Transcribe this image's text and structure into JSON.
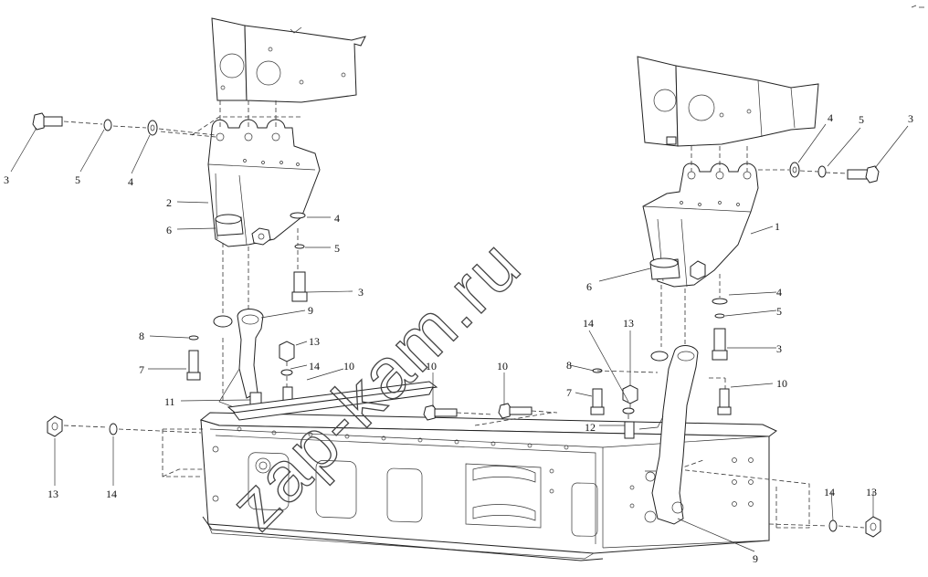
{
  "watermark": "zap-kam.ru",
  "callouts": [
    {
      "id": "c3a",
      "label": "3"
    },
    {
      "id": "c5a",
      "label": "5"
    },
    {
      "id": "c4a",
      "label": "4"
    },
    {
      "id": "c2",
      "label": "2"
    },
    {
      "id": "c6a",
      "label": "6"
    },
    {
      "id": "c4b",
      "label": "4"
    },
    {
      "id": "c5b",
      "label": "5"
    },
    {
      "id": "c3b",
      "label": "3"
    },
    {
      "id": "c9a",
      "label": "9"
    },
    {
      "id": "c8a",
      "label": "8"
    },
    {
      "id": "c7a",
      "label": "7"
    },
    {
      "id": "c13a",
      "label": "13"
    },
    {
      "id": "c14a",
      "label": "14"
    },
    {
      "id": "c10a",
      "label": "10"
    },
    {
      "id": "c11",
      "label": "11"
    },
    {
      "id": "c10b",
      "label": "10"
    },
    {
      "id": "c10c",
      "label": "10"
    },
    {
      "id": "c13b",
      "label": "13"
    },
    {
      "id": "c14b",
      "label": "14"
    },
    {
      "id": "c4c",
      "label": "4"
    },
    {
      "id": "c5c",
      "label": "5"
    },
    {
      "id": "c3c",
      "label": "3"
    },
    {
      "id": "c1",
      "label": "1"
    },
    {
      "id": "c6b",
      "label": "6"
    },
    {
      "id": "c4d",
      "label": "4"
    },
    {
      "id": "c5d",
      "label": "5"
    },
    {
      "id": "c3d",
      "label": "3"
    },
    {
      "id": "c14c",
      "label": "14"
    },
    {
      "id": "c13c",
      "label": "13"
    },
    {
      "id": "c8b",
      "label": "8"
    },
    {
      "id": "c7b",
      "label": "7"
    },
    {
      "id": "c10d",
      "label": "10"
    },
    {
      "id": "c12",
      "label": "12"
    },
    {
      "id": "c14d",
      "label": "14"
    },
    {
      "id": "c13d",
      "label": "13"
    },
    {
      "id": "c9b",
      "label": "9"
    }
  ]
}
